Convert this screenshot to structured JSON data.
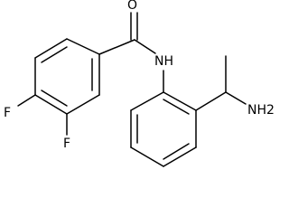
{
  "molecule": {
    "atom_labels": {
      "oxygen": "O",
      "amide_nitrogen": "NH",
      "fluorine_para": "F",
      "fluorine_meta": "F",
      "amine": "NH2"
    }
  }
}
